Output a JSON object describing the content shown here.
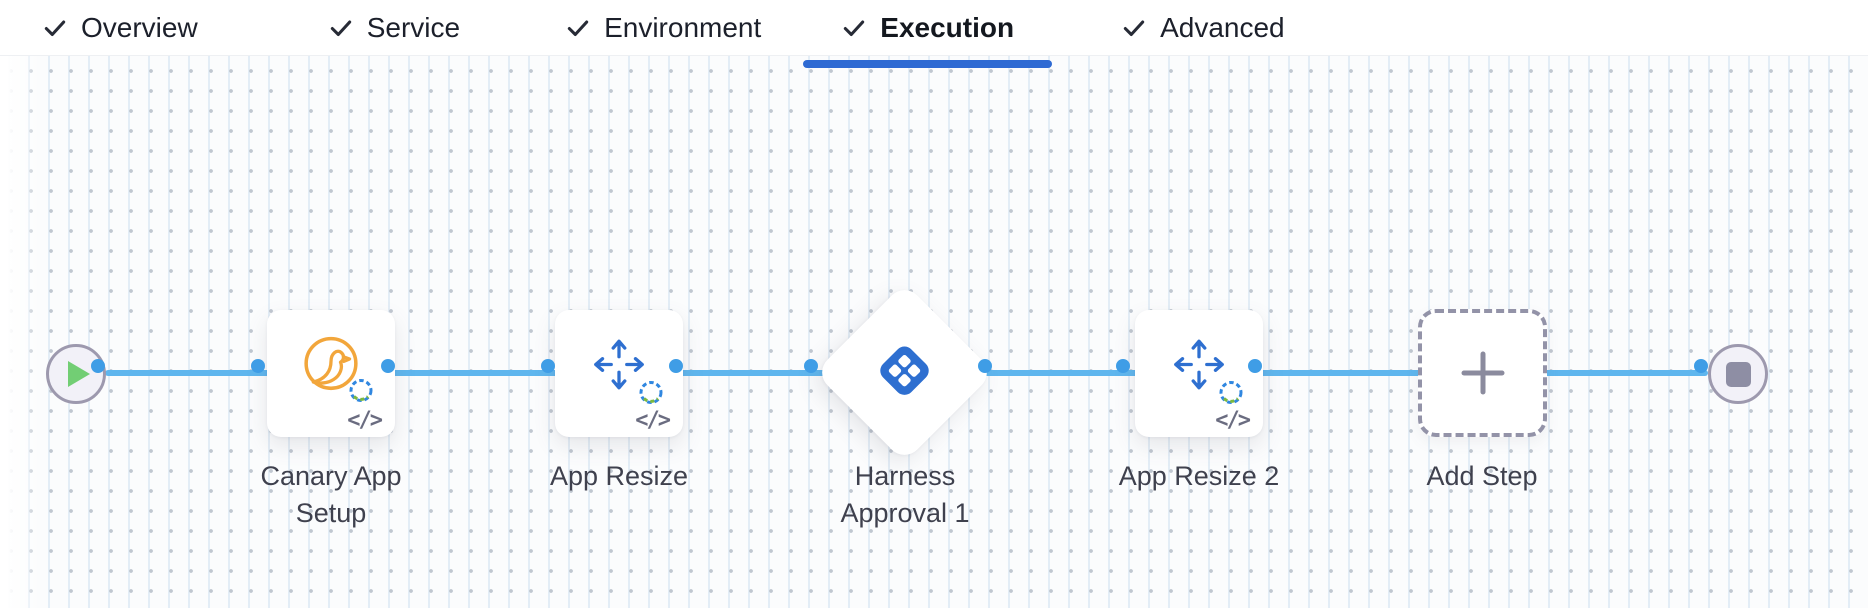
{
  "tabs": [
    {
      "label": "Overview",
      "completed": true,
      "active": false
    },
    {
      "label": "Service",
      "completed": true,
      "active": false
    },
    {
      "label": "Environment",
      "completed": true,
      "active": false
    },
    {
      "label": "Execution",
      "completed": true,
      "active": true
    },
    {
      "label": "Advanced",
      "completed": true,
      "active": false
    }
  ],
  "pipeline": {
    "nodes": [
      {
        "id": "canary-app-setup",
        "label": "Canary App Setup",
        "type": "step",
        "icon": "canary-icon",
        "has_code_badge": true
      },
      {
        "id": "app-resize",
        "label": "App Resize",
        "type": "step",
        "icon": "resize-arrows-icon",
        "has_code_badge": true
      },
      {
        "id": "harness-approval-1",
        "label": "Harness Approval 1",
        "type": "approval-diamond",
        "icon": "harness-logo-icon",
        "has_code_badge": false
      },
      {
        "id": "app-resize-2",
        "label": "App Resize 2",
        "type": "step",
        "icon": "resize-arrows-icon",
        "has_code_badge": true
      },
      {
        "id": "add-step",
        "label": "Add Step",
        "type": "add-placeholder",
        "icon": "plus-icon",
        "has_code_badge": false
      }
    ],
    "start_node": {
      "icon": "play-icon"
    },
    "end_node": {
      "icon": "stop-icon"
    },
    "code_badge_text": "</>"
  },
  "colors": {
    "active_tab_underline": "#2e6ad3",
    "connector_line": "#5fb6ee",
    "connector_port": "#3f9de6",
    "harness_blue": "#2e6fd0",
    "canary_orange": "#f2a63b",
    "play_green": "#72ce74",
    "stop_gray": "#8e8ea4",
    "label_text": "#3f414e"
  }
}
